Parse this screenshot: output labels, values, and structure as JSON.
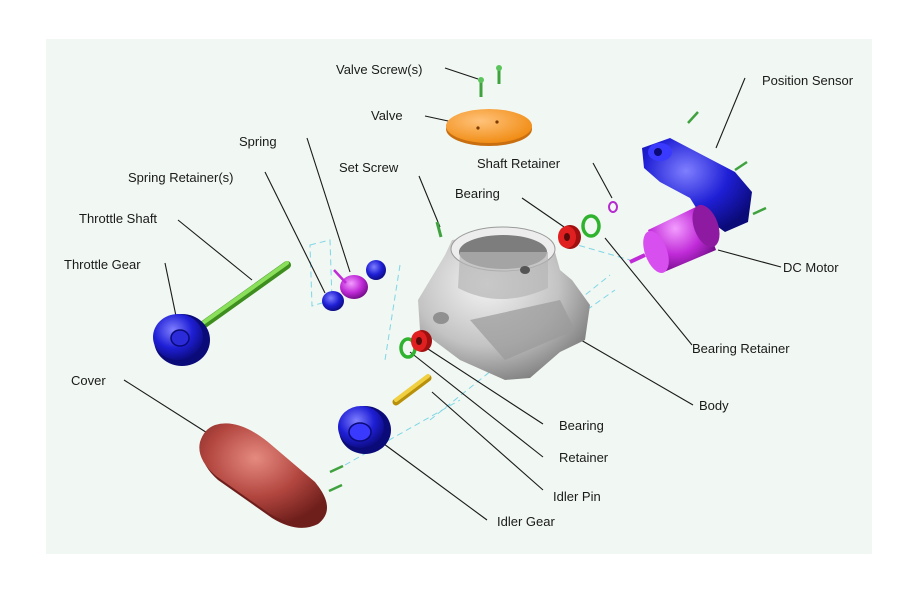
{
  "labels": {
    "valve_screws": "Valve Screw(s)",
    "position_sensor": "Position Sensor",
    "valve": "Valve",
    "spring": "Spring",
    "shaft_retainer": "Shaft Retainer",
    "set_screw": "Set Screw",
    "spring_retainers": "Spring Retainer(s)",
    "bearing_top": "Bearing",
    "throttle_shaft": "Throttle Shaft",
    "throttle_gear": "Throttle Gear",
    "dc_motor": "DC Motor",
    "bearing_retainer": "Bearing Retainer",
    "cover": "Cover",
    "body": "Body",
    "bearing_bottom": "Bearing",
    "retainer": "Retainer",
    "idler_pin": "Idler Pin",
    "idler_gear": "Idler Gear"
  },
  "colors": {
    "background": "#f1f7f2",
    "valve": "#f7931e",
    "blue_parts": "#1f1fd6",
    "motor": "#c02bd8",
    "cover": "#b2463f",
    "shaft": "#66cc33",
    "bearing": "#e02020",
    "ring": "#2fb32f",
    "pin": "#e5c21a",
    "body": "#c8c8c8"
  }
}
